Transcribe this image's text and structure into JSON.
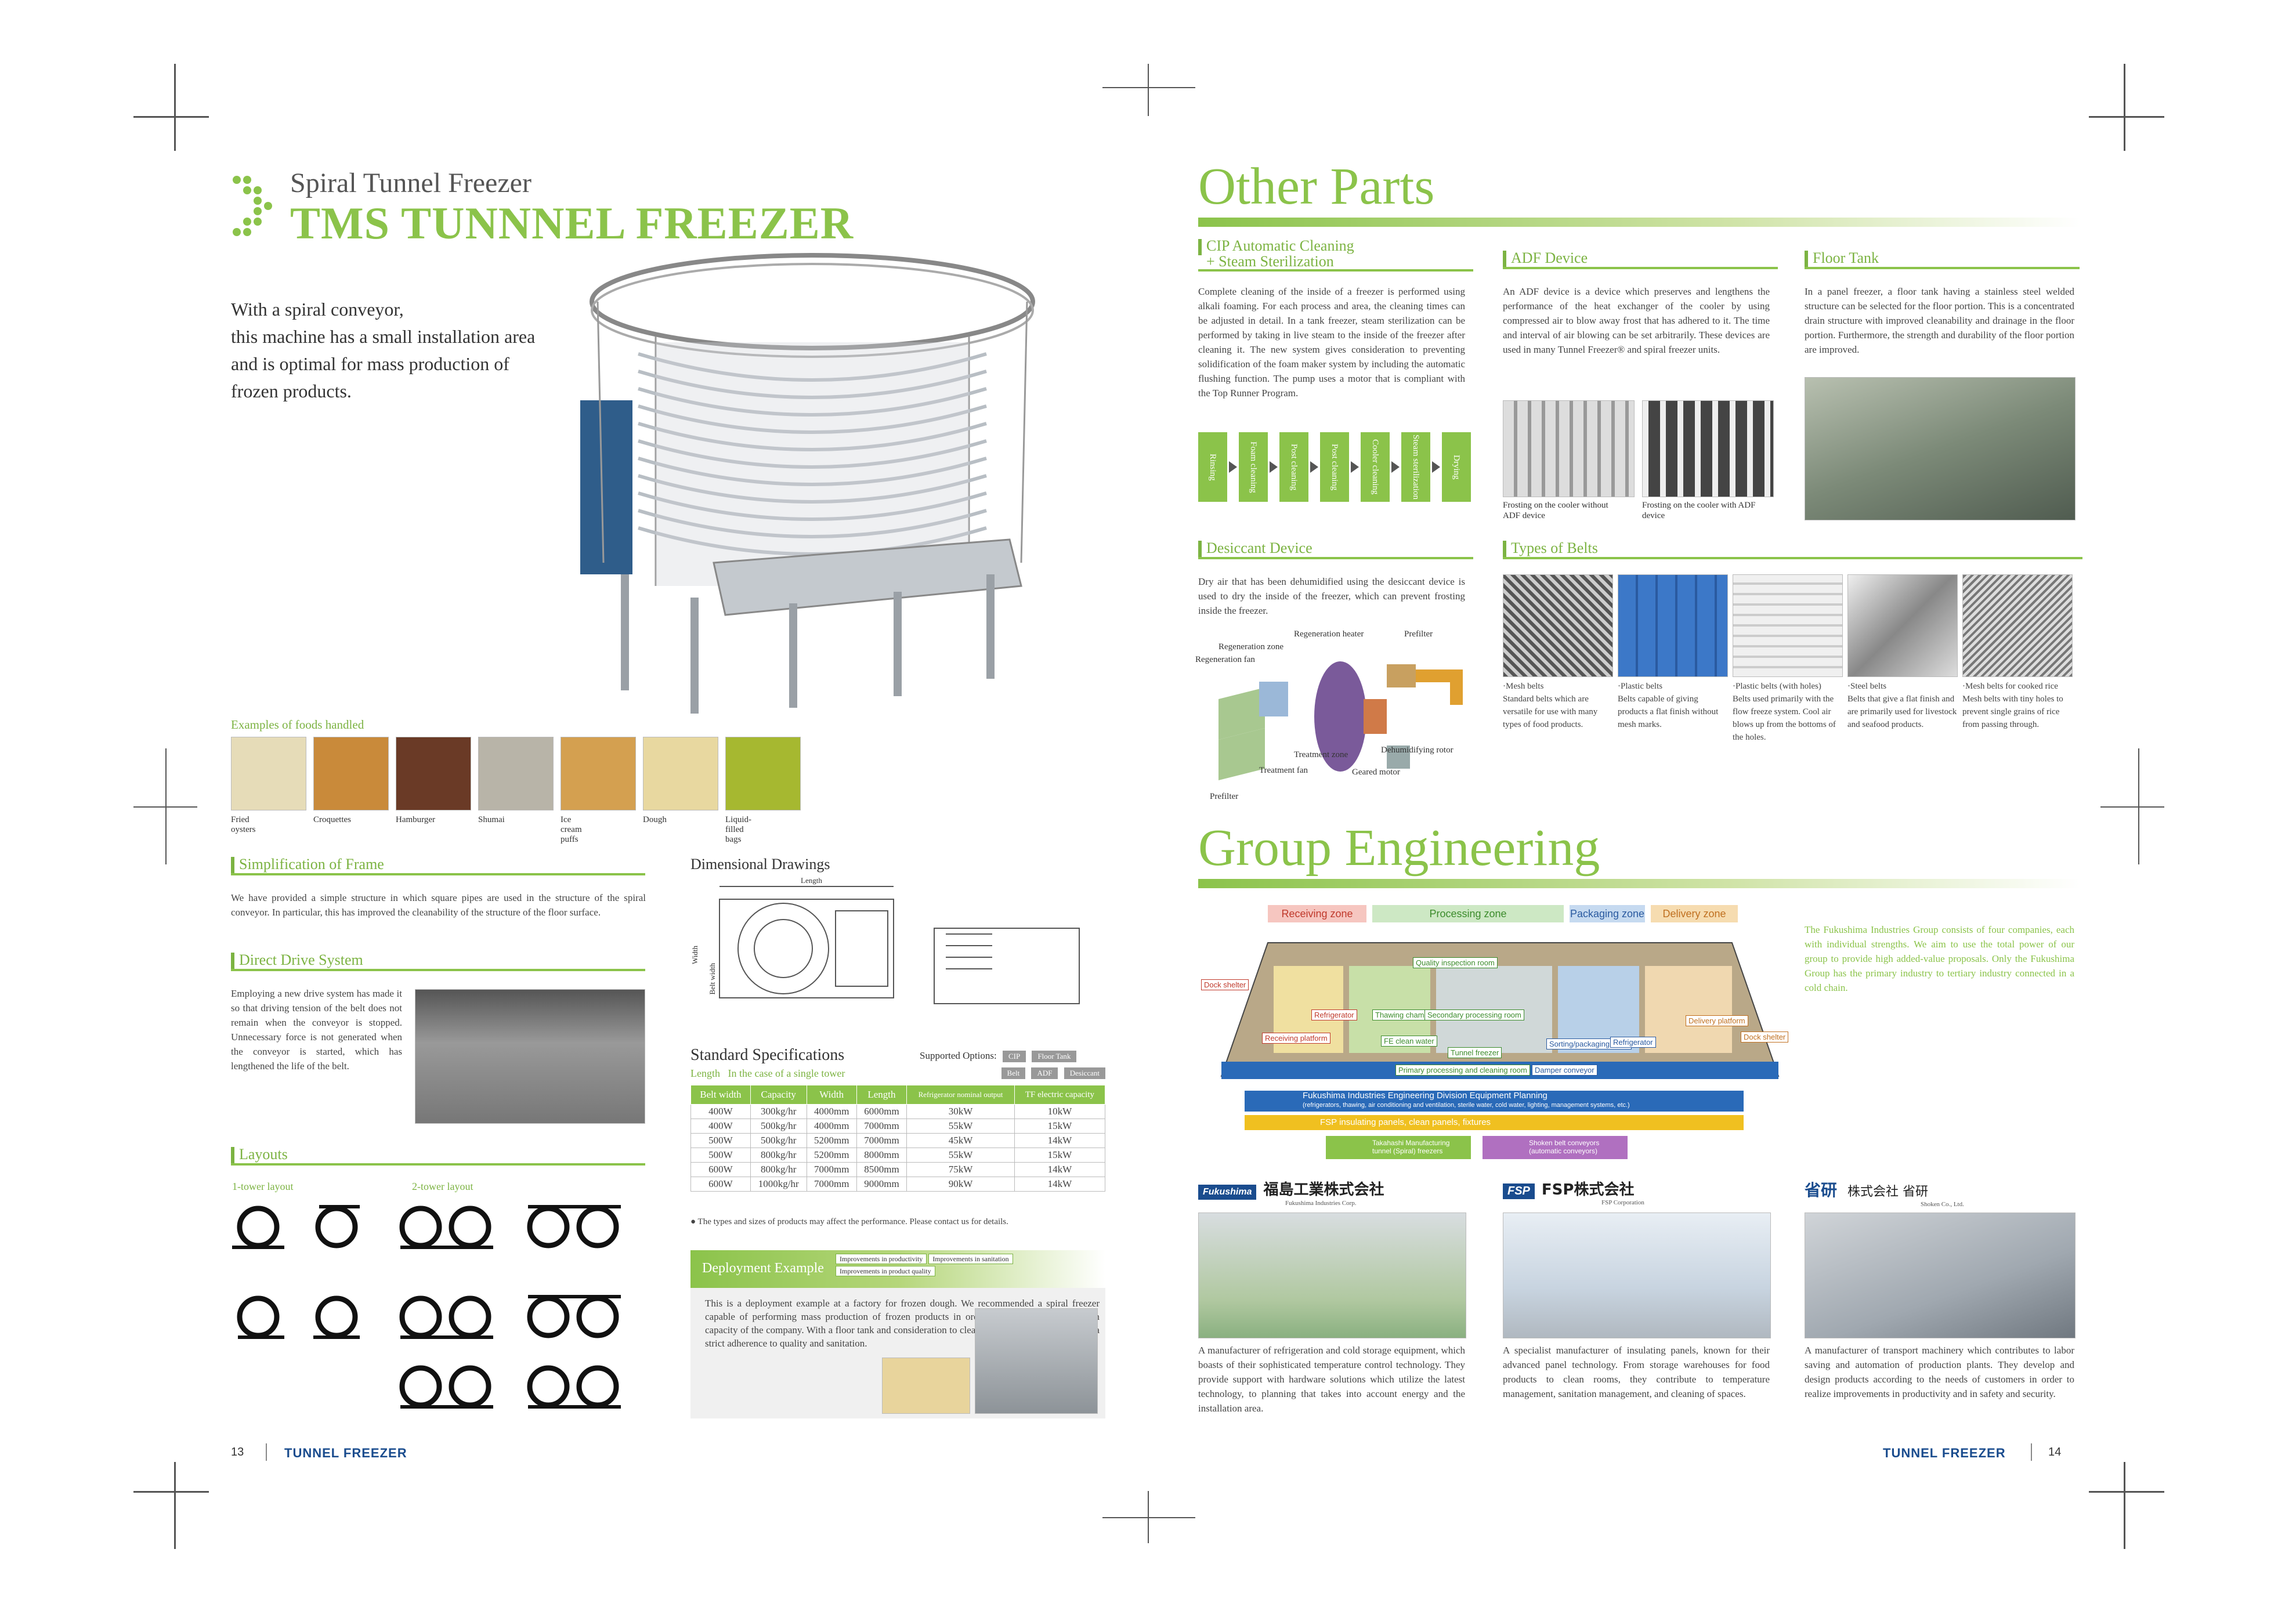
{
  "left": {
    "subtitle": "Spiral Tunnel Freezer",
    "title": "TMS TUNNNEL FREEZER",
    "intro": [
      "With a spiral conveyor,",
      "this machine has a small installation area",
      "and is optimal for mass production of",
      "frozen products."
    ],
    "foods_heading": "Examples of foods handled",
    "foods": [
      "Fried oysters",
      "Croquettes",
      "Hamburger",
      "Shumai",
      "Ice cream puffs",
      "Dough",
      "Liquid-filled bags"
    ],
    "simplification": {
      "heading": "Simplification of Frame",
      "text": "We have provided a simple structure in which square pipes are used in the structure of the spiral conveyor. In particular, this has improved the cleanability of the structure of the floor surface."
    },
    "direct_drive": {
      "heading": "Direct Drive System",
      "text": "Employing a new drive system has made it so that driving tension of the belt does not remain when the conveyor is stopped. Unnecessary force is not generated when the conveyor is started, which has lengthened the life of the belt."
    },
    "layouts": {
      "heading": "Layouts",
      "one_tower": "1-tower layout",
      "two_tower": "2-tower layout"
    },
    "dimensional": {
      "heading": "Dimensional Drawings",
      "length": "Length",
      "width": "Width",
      "belt_width": "Belt width"
    },
    "spec": {
      "heading": "Standard Specifications",
      "subheading": "Length   In the case of a single tower",
      "supported_label": "Supported Options:",
      "options": [
        "CIP",
        "Floor Tank",
        "Belt",
        "ADF",
        "Desiccant"
      ],
      "columns": [
        "Belt width",
        "Capacity",
        "Width",
        "Length",
        "Refrigerator nominal output",
        "TF electric capacity"
      ],
      "rows": [
        [
          "400W",
          "300kg/hr",
          "4000mm",
          "6000mm",
          "30kW",
          "10kW"
        ],
        [
          "400W",
          "500kg/hr",
          "4000mm",
          "7000mm",
          "55kW",
          "15kW"
        ],
        [
          "500W",
          "500kg/hr",
          "5200mm",
          "7000mm",
          "45kW",
          "14kW"
        ],
        [
          "500W",
          "800kg/hr",
          "5200mm",
          "8000mm",
          "55kW",
          "15kW"
        ],
        [
          "600W",
          "800kg/hr",
          "7000mm",
          "8500mm",
          "75kW",
          "14kW"
        ],
        [
          "600W",
          "1000kg/hr",
          "7000mm",
          "9000mm",
          "90kW",
          "14kW"
        ]
      ],
      "note": "● The types and sizes of products may affect the performance. Please contact us for details."
    },
    "deployment": {
      "heading": "Deployment Example",
      "tags": [
        "Improvements in productivity",
        "Improvements in sanitation",
        "Improvements in product quality"
      ],
      "text": "This is a deployment example at a factory for frozen dough. We recommended a spiral freezer capable of performing mass production of frozen products in order to improve the production capacity of the company. With a floor tank and consideration to cleanability, it was deployed with a strict adherence to quality and sanitation."
    },
    "page_num": "13",
    "brand": "TUNNEL FREEZER"
  },
  "right": {
    "other_parts_title": "Other Parts",
    "cip": {
      "heading1": "CIP Automatic Cleaning",
      "heading2": "+ Steam Sterilization",
      "text": "Complete cleaning of the inside of a freezer is performed using alkali foaming. For each process and area, the cleaning times can be adjusted in detail. In a tank freezer, steam sterilization can be performed by taking in live steam to the inside of the freezer after cleaning it. The new system gives consideration to preventing solidification of the foam maker system by including the automatic flushing function. The pump uses a motor that is compliant with the Top Runner Program.",
      "flow": [
        "Rinsing",
        "Foam cleaning",
        "Post cleaning",
        "Post cleaning",
        "Cooler cleaning",
        "Steam sterilization",
        "Drying"
      ]
    },
    "adf": {
      "heading": "ADF Device",
      "text": "An ADF device is a device which preserves and lengthens the performance of the heat exchanger of the cooler by using compressed air to blow away frost that has adhered to it. The time and interval of air blowing can be set arbitrarily. These devices are used in many Tunnel Freezer® and spiral freezer units.",
      "cap1": "Frosting on the cooler without ADF device",
      "cap2": "Frosting on the cooler with ADF device"
    },
    "floor_tank": {
      "heading": "Floor Tank",
      "text": "In a panel freezer, a floor tank having a stainless steel welded structure can be selected for the floor portion. This is a concentrated drain structure with improved cleanability and drainage in the floor portion. Furthermore, the strength and durability of the floor portion are improved."
    },
    "desiccant": {
      "heading": "Desiccant Device",
      "text": "Dry air that has been dehumidified using the desiccant device is used to dry the inside of the freezer, which can prevent frosting inside the freezer.",
      "labels": [
        "Regeneration heater",
        "Prefilter",
        "Regeneration zone",
        "Regeneration fan",
        "Treatment zone",
        "Dehumidifying rotor",
        "Treatment fan",
        "Geared motor",
        "Prefilter"
      ]
    },
    "belts": {
      "heading": "Types of Belts",
      "items": [
        {
          "name": "·Mesh belts",
          "text": "Standard belts which are versatile for use with many types of food products."
        },
        {
          "name": "·Plastic belts",
          "text": "Belts capable of giving products a flat finish without mesh marks."
        },
        {
          "name": "·Plastic belts (with holes)",
          "text": "Belts used primarily with the flow freeze system. Cool air blows up from the bottoms of the holes."
        },
        {
          "name": "·Steel belts",
          "text": "Belts that give a flat finish and are primarily used for livestock and seafood products."
        },
        {
          "name": "·Mesh belts for cooked rice",
          "text": "Mesh belts with tiny holes to prevent single grains of rice from passing through."
        }
      ]
    },
    "group_title": "Group Engineering",
    "zones": [
      "Receiving zone",
      "Processing zone",
      "Packaging zone",
      "Delivery zone"
    ],
    "group_text": "The Fukushima Industries Group consists of four companies, each with individual strengths. We aim to use the total power of our group to provide high added-value proposals. Only the Fukushima Group has the primary industry to tertiary industry connected in a cold chain.",
    "diagram_labels": [
      "Dock shelter",
      "Refrigerator",
      "Thawing chamber",
      "Quality inspection room",
      "Secondary processing room",
      "Receiving platform",
      "FE clean water",
      "Tunnel freezer",
      "Sorting/packaging room",
      "Refrigerator",
      "Delivery platform",
      "Dock shelter",
      "Primary processing and cleaning room",
      "Damper conveyor"
    ],
    "bands": [
      {
        "title": "Fukushima Industries Engineering Division   Equipment Planning",
        "sub": "(refrigerators, thawing, air conditioning and ventilation, sterile water, cold water, lighting, management systems, etc.)"
      },
      {
        "title": "FSP insulating panels, clean panels, fixtures",
        "sub": ""
      },
      {
        "title": "Takahashi Manufacturing tunnel (Spiral) freezers",
        "sub": ""
      },
      {
        "title": "Shoken belt conveyors (automatic conveyors)",
        "sub": ""
      }
    ],
    "companies": [
      {
        "logo": "Fukushima",
        "name": "福島工業株式会社",
        "sub": "Fukushima Industries Corp.",
        "text": "A manufacturer of refrigeration and cold storage equipment, which boasts of their sophisticated temperature control technology. They provide support with hardware solutions which utilize the latest technology, to planning that takes into account energy and the installation area."
      },
      {
        "logo": "FSP",
        "name": "FSP株式会社",
        "sub": "FSP Corporation",
        "text": "A specialist manufacturer of insulating panels, known for their advanced panel technology. From storage warehouses for food products to clean rooms, they contribute to temperature management, sanitation management, and cleaning of spaces."
      },
      {
        "logo": "省研",
        "name": "株式会社 省研",
        "sub": "Shoken Co., Ltd.",
        "text": "A manufacturer of transport machinery which contributes to labor saving and automation of production plants. They develop and design products according to the needs of customers in order to realize improvements in productivity and in safety and security."
      }
    ],
    "page_num": "14",
    "brand": "TUNNEL FREEZER"
  }
}
